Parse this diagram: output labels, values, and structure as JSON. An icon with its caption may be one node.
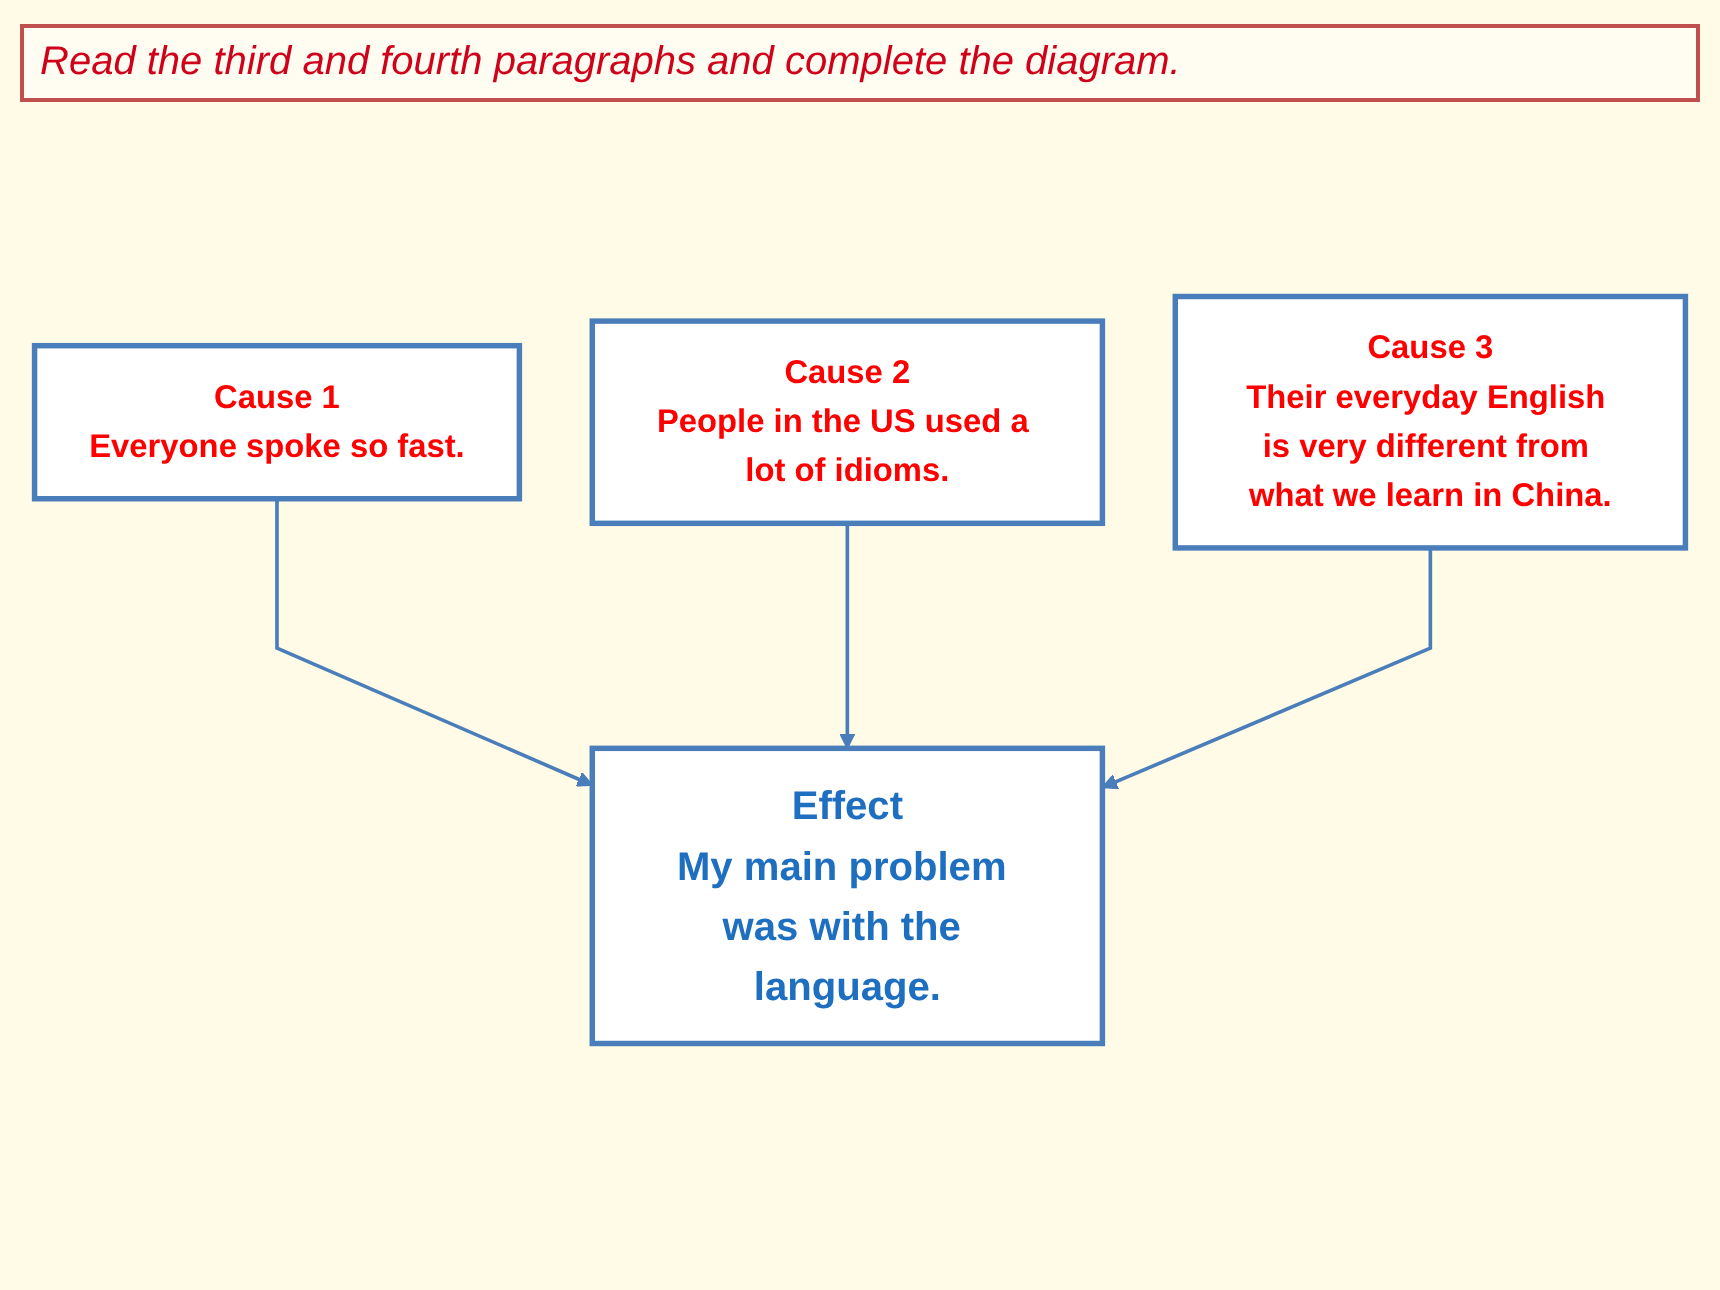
{
  "diagram": {
    "title": "Read the third and fourth paragraphs and complete the diagram.",
    "nodes": [
      {
        "text": [
          "Cause 1",
          "Everyone spoke so fast."
        ]
      },
      {
        "text": [
          "Cause 2",
          "People in the US used a lot of idioms."
        ]
      },
      {
        "text": [
          "Cause 3",
          "Their everyday English is very different from what we learn in China."
        ]
      },
      {
        "text": [
          "Effect",
          "My main problem was with the language."
        ]
      }
    ],
    "edges": [
      {
        "from": 0,
        "to": 3,
        "arrow": "to"
      },
      {
        "from": 1,
        "to": 3,
        "arrow": "to"
      },
      {
        "from": 2,
        "to": 3,
        "arrow": "to"
      }
    ]
  }
}
